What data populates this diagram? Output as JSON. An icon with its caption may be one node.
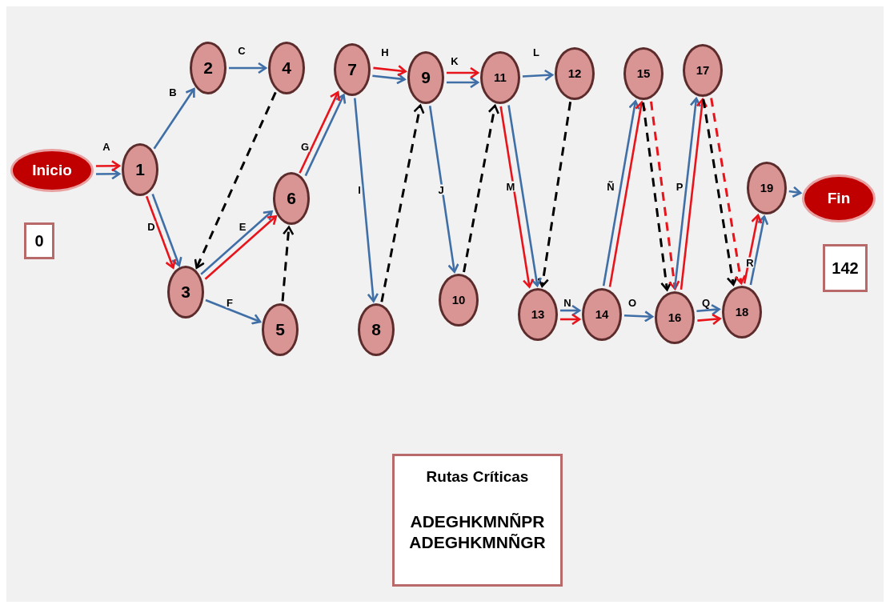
{
  "diagram": {
    "nodes": [
      {
        "text": [
          "Inicio"
        ]
      },
      {
        "text": [
          "1"
        ]
      },
      {
        "text": [
          "2"
        ]
      },
      {
        "text": [
          "3"
        ]
      },
      {
        "text": [
          "4"
        ]
      },
      {
        "text": [
          "5"
        ]
      },
      {
        "text": [
          "6"
        ]
      },
      {
        "text": [
          "7"
        ]
      },
      {
        "text": [
          "8"
        ]
      },
      {
        "text": [
          "9"
        ]
      },
      {
        "text": [
          "10"
        ]
      },
      {
        "text": [
          "11"
        ]
      },
      {
        "text": [
          "12"
        ]
      },
      {
        "text": [
          "13"
        ]
      },
      {
        "text": [
          "14"
        ]
      },
      {
        "text": [
          "15"
        ]
      },
      {
        "text": [
          "16"
        ]
      },
      {
        "text": [
          "17"
        ]
      },
      {
        "text": [
          "18"
        ]
      },
      {
        "text": [
          "19"
        ]
      },
      {
        "text": [
          "Fin"
        ]
      },
      {
        "text": [
          "0"
        ]
      },
      {
        "text": [
          "142"
        ]
      },
      {
        "text": [
          "Rutas Críticas",
          "ADEGHKMNÑPR",
          "ADEGHKMNÑGR"
        ]
      }
    ],
    "edges": [
      {
        "from": 0,
        "to": 1,
        "arrow": "to",
        "label": "A"
      },
      {
        "from": 0,
        "to": 1,
        "arrow": "to",
        "color": "#e8141b"
      },
      {
        "from": 1,
        "to": 2,
        "arrow": "to",
        "label": "B"
      },
      {
        "from": 2,
        "to": 4,
        "arrow": "to",
        "label": "C"
      },
      {
        "from": 1,
        "to": 3,
        "arrow": "to",
        "label": "D"
      },
      {
        "from": 1,
        "to": 3,
        "arrow": "to",
        "color": "#e8141b"
      },
      {
        "from": 4,
        "to": 3,
        "arrow": "to",
        "style": "dashed",
        "color": "#000000"
      },
      {
        "from": 3,
        "to": 6,
        "arrow": "to",
        "label": "E"
      },
      {
        "from": 3,
        "to": 6,
        "arrow": "to",
        "color": "#e8141b"
      },
      {
        "from": 3,
        "to": 5,
        "arrow": "to",
        "label": "F"
      },
      {
        "from": 5,
        "to": 6,
        "arrow": "to",
        "style": "dashed",
        "color": "#000000"
      },
      {
        "from": 6,
        "to": 7,
        "arrow": "to",
        "label": "G"
      },
      {
        "from": 6,
        "to": 7,
        "arrow": "to",
        "color": "#e8141b"
      },
      {
        "from": 7,
        "to": 9,
        "arrow": "to",
        "label": "H"
      },
      {
        "from": 7,
        "to": 9,
        "arrow": "to",
        "color": "#e8141b"
      },
      {
        "from": 7,
        "to": 8,
        "arrow": "to",
        "label": "I"
      },
      {
        "from": 8,
        "to": 9,
        "arrow": "to",
        "style": "dashed",
        "color": "#000000"
      },
      {
        "from": 9,
        "to": 10,
        "arrow": "to",
        "label": "J"
      },
      {
        "from": 10,
        "to": 11,
        "arrow": "to",
        "style": "dashed",
        "color": "#000000"
      },
      {
        "from": 9,
        "to": 11,
        "arrow": "to"
      },
      {
        "from": 9,
        "to": 11,
        "arrow": "to",
        "color": "#e8141b",
        "label": "K"
      },
      {
        "from": 11,
        "to": 12,
        "arrow": "to",
        "label": "L"
      },
      {
        "from": 12,
        "to": 13,
        "arrow": "to",
        "style": "dashed",
        "color": "#000000"
      },
      {
        "from": 11,
        "to": 13,
        "arrow": "to",
        "label": "M"
      },
      {
        "from": 11,
        "to": 13,
        "arrow": "to",
        "color": "#e8141b"
      },
      {
        "from": 13,
        "to": 14,
        "arrow": "to",
        "label": "N"
      },
      {
        "from": 13,
        "to": 14,
        "arrow": "to",
        "color": "#e8141b"
      },
      {
        "from": 14,
        "to": 15,
        "arrow": "to",
        "label": "Ñ"
      },
      {
        "from": 14,
        "to": 15,
        "arrow": "to",
        "color": "#e8141b"
      },
      {
        "from": 14,
        "to": 16,
        "arrow": "to",
        "label": "O"
      },
      {
        "from": 15,
        "to": 16,
        "arrow": "to",
        "style": "dashed",
        "color": "#000000"
      },
      {
        "from": 15,
        "to": 16,
        "arrow": "to",
        "style": "dashed",
        "color": "#e8141b"
      },
      {
        "from": 16,
        "to": 17,
        "arrow": "to",
        "label": "P"
      },
      {
        "from": 16,
        "to": 17,
        "arrow": "to",
        "color": "#e8141b"
      },
      {
        "from": 16,
        "to": 18,
        "arrow": "to",
        "label": "Q"
      },
      {
        "from": 16,
        "to": 18,
        "arrow": "to",
        "color": "#e8141b"
      },
      {
        "from": 17,
        "to": 18,
        "arrow": "to",
        "style": "dashed",
        "color": "#000000"
      },
      {
        "from": 17,
        "to": 18,
        "arrow": "to",
        "style": "dashed",
        "color": "#e8141b"
      },
      {
        "from": 18,
        "to": 19,
        "arrow": "to",
        "label": "R"
      },
      {
        "from": 18,
        "to": 19,
        "arrow": "to",
        "color": "#e8141b"
      },
      {
        "from": 19,
        "to": 20,
        "arrow": "to"
      }
    ]
  }
}
